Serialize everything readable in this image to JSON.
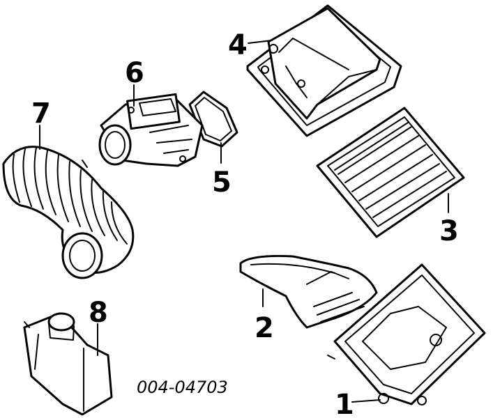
{
  "diagram": {
    "part_number": "004-04703",
    "callouts": {
      "c1": "1",
      "c2": "2",
      "c3": "3",
      "c4": "4",
      "c5": "5",
      "c6": "6",
      "c7": "7",
      "c8": "8"
    }
  }
}
